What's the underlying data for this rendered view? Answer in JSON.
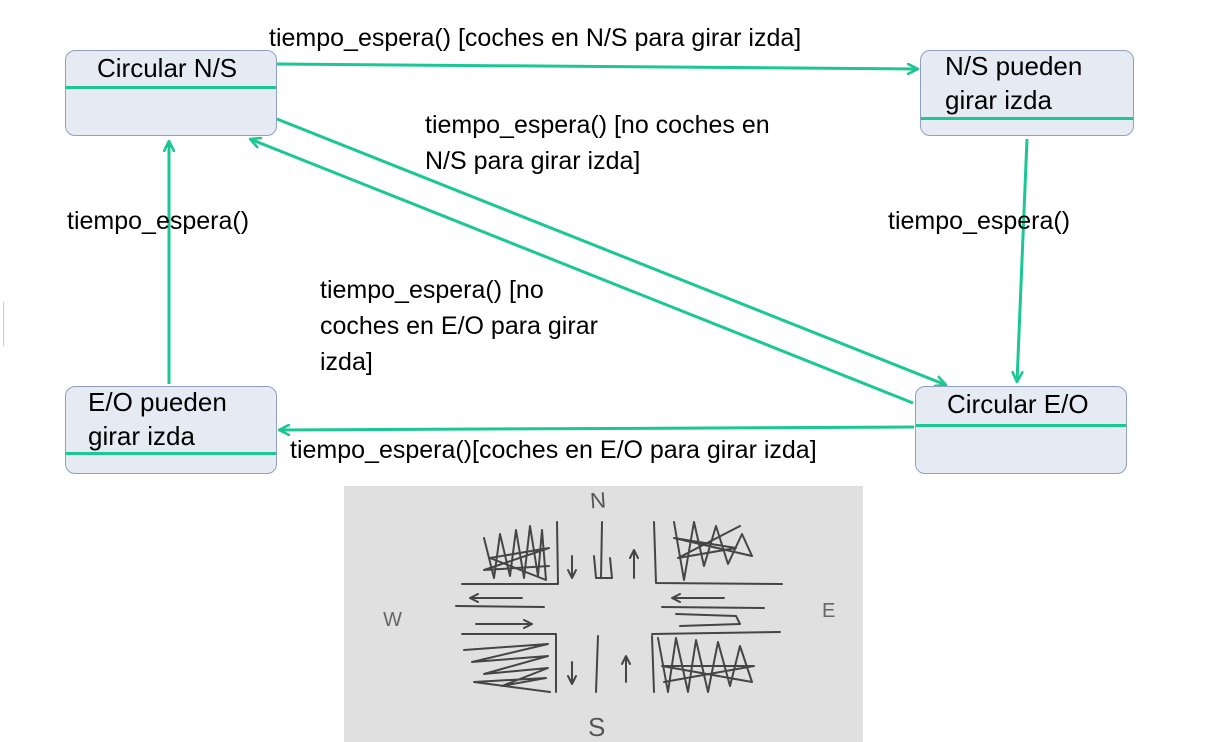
{
  "states": {
    "ns": "Circular N/S",
    "ns_left_1": "N/S pueden",
    "ns_left_2": "girar izda",
    "eo": "Circular E/O",
    "eo_left_1": "E/O pueden",
    "eo_left_2": "girar izda"
  },
  "transitions": {
    "ns_to_nsleft": "tiempo_espera() [coches en N/S para girar izda]",
    "ns_to_eo_1": "tiempo_espera() [no coches en",
    "ns_to_eo_2": "N/S para girar izda]",
    "nsleft_to_eo": "tiempo_espera()",
    "eoleft_to_ns": "tiempo_espera()",
    "eo_to_ns_1": "tiempo_espera() [no",
    "eo_to_ns_2": "coches en E/O para girar",
    "eo_to_ns_3": "izda]",
    "eo_to_eoleft": "tiempo_espera()[coches en E/O para girar izda]"
  },
  "sketch": {
    "north": "N",
    "south": "S",
    "east": "E",
    "west": "W"
  },
  "colors": {
    "arrow": "#1bc792",
    "state_fill": "#e6eaf3",
    "state_border": "#8ea1c4"
  }
}
